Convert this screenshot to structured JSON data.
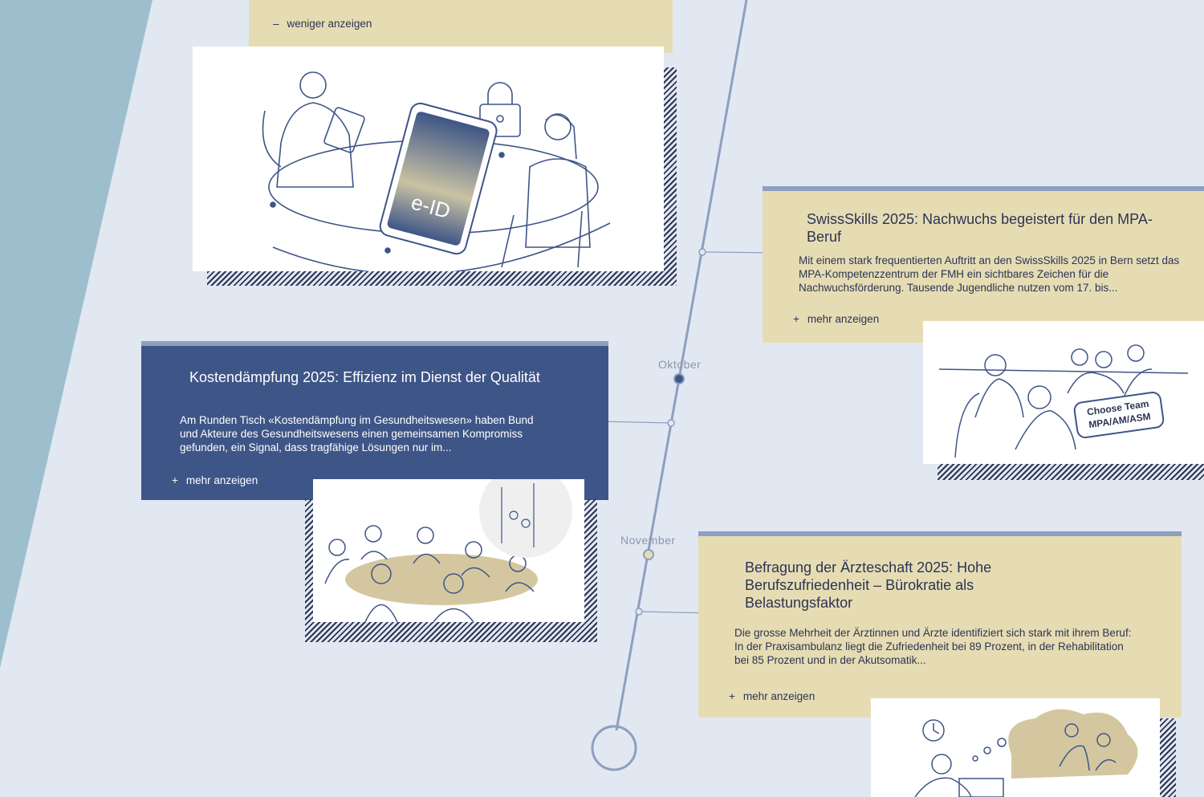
{
  "colors": {
    "navy": "#3e5587",
    "beige": "#e6dcb4",
    "background": "#e1e8f2",
    "outer": "#9dbecd",
    "timeline": "#8e9fbf"
  },
  "timeline": {
    "months": [
      "Oktober",
      "November"
    ]
  },
  "cards": [
    {
      "id": "eid",
      "toggle_label": "weniger anzeigen",
      "toggle_symbol": "–",
      "illustration_text": "e-ID"
    },
    {
      "id": "swissskills",
      "title": "SwissSkills 2025: Nachwuchs begeistert für den MPA-Beruf",
      "excerpt": "Mit einem stark frequentierten Auftritt an den SwissSkills 2025 in Bern setzt das MPA-Kompetenzzentrum der FMH ein sichtbares Zeichen für die Nachwuchsförderung. Tausende Jugendliche nutzen vom 17. bis...",
      "toggle_label": "mehr anzeigen",
      "toggle_symbol": "+",
      "illustration_bubble_line1": "Choose Team",
      "illustration_bubble_line2": "MPA/AM/ASM"
    },
    {
      "id": "kostendaempfung",
      "title": "Kostendämpfung 2025: Effizienz im Dienst der Qualität",
      "excerpt": "Am Runden Tisch «Kostendämpfung im Gesundheitswesen» haben Bund und Akteure des Gesundheitswesens einen gemeinsamen Kompromiss gefunden, ein Signal, dass tragfähige Lösungen nur im...",
      "toggle_label": "mehr anzeigen",
      "toggle_symbol": "+"
    },
    {
      "id": "befragung",
      "title": "Befragung der Ärzteschaft 2025: Hohe Berufszufriedenheit – Bürokratie als Belastungsfaktor",
      "excerpt": "Die grosse Mehrheit der Ärztinnen und Ärzte identifiziert sich stark mit ihrem Beruf: In der Praxisambulanz liegt die Zufriedenheit bei 89 Prozent, in der Rehabilitation bei 85 Prozent und in der Akutsomatik...",
      "toggle_label": "mehr anzeigen",
      "toggle_symbol": "+"
    }
  ]
}
